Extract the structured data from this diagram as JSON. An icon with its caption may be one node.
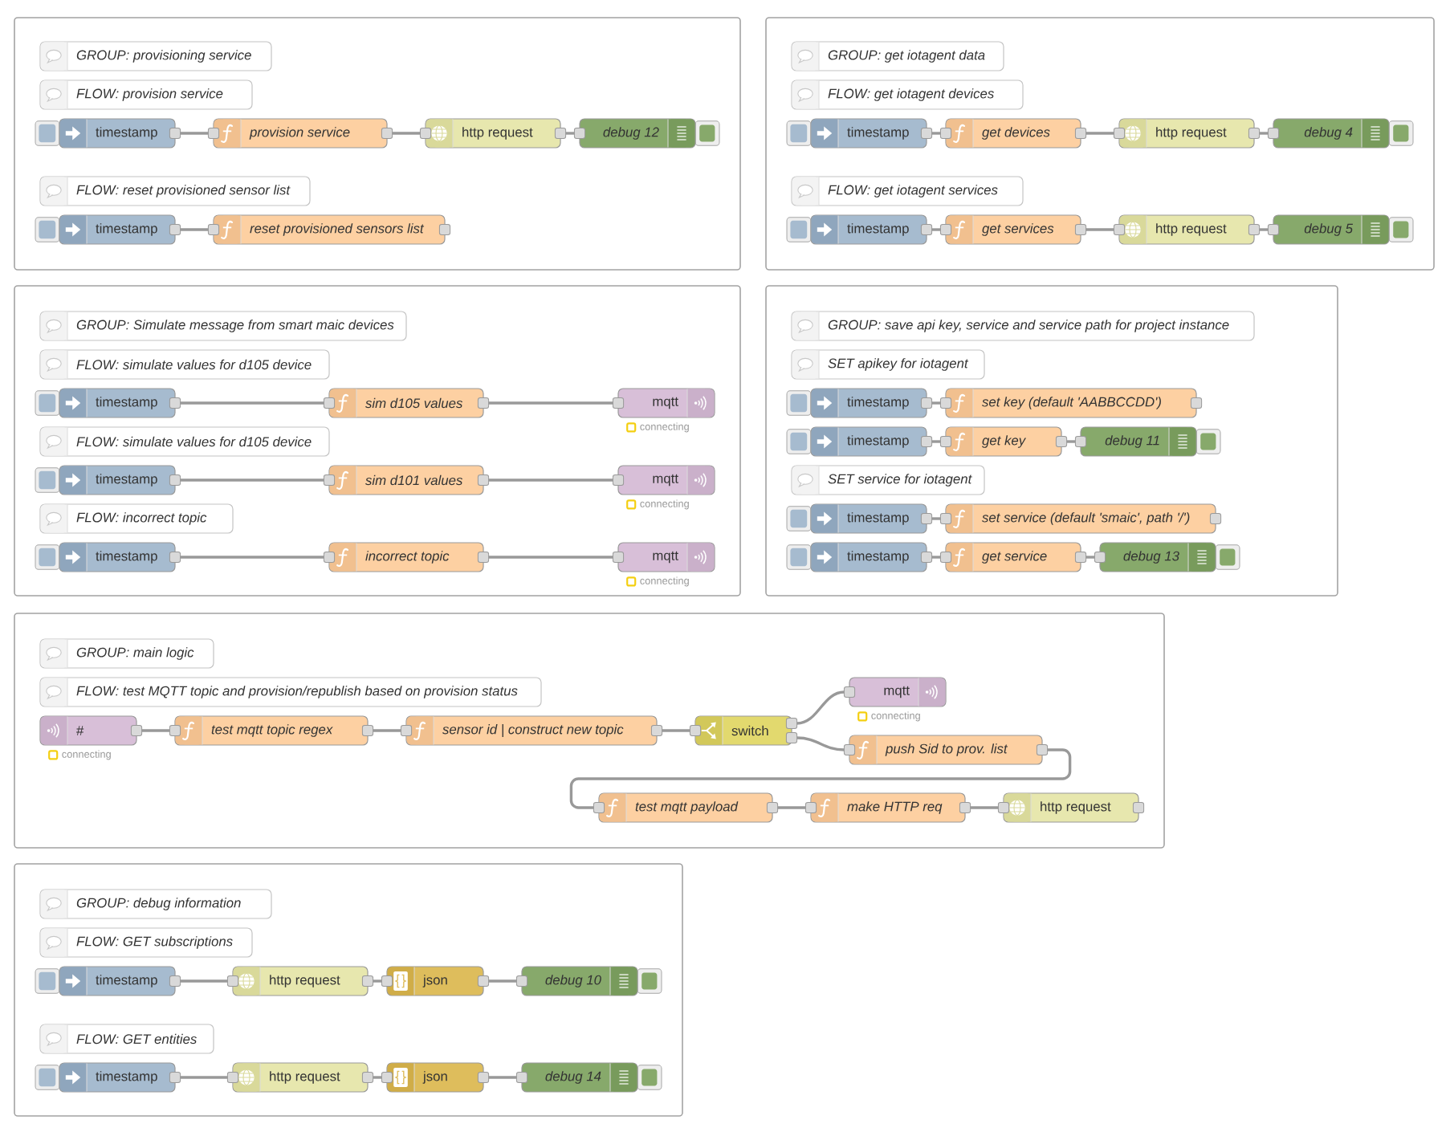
{
  "diagram": {
    "nodes": [
      {
        "text": [],
        "shape": "box"
      },
      {
        "text": [
          "GROUP: provisioning service"
        ],
        "in": 0
      },
      {
        "text": [
          "FLOW: provision service"
        ],
        "in": 0
      },
      {
        "text": [
          "timestamp"
        ],
        "in": 0
      },
      {
        "text": [
          "provision service"
        ],
        "in": 0
      },
      {
        "text": [
          "http request"
        ],
        "in": 0
      },
      {
        "text": [
          "debug 12"
        ],
        "in": 0
      },
      {
        "text": [
          "FLOW: reset provisioned sensor list"
        ],
        "in": 0
      },
      {
        "text": [
          "timestamp"
        ],
        "in": 0
      },
      {
        "text": [
          "reset provisioned sensors list"
        ],
        "in": 0
      },
      {
        "text": [],
        "shape": "box"
      },
      {
        "text": [
          "GROUP: get iotagent data"
        ],
        "in": 10
      },
      {
        "text": [
          "FLOW: get iotagent devices"
        ],
        "in": 10
      },
      {
        "text": [
          "timestamp"
        ],
        "in": 10
      },
      {
        "text": [
          "get devices"
        ],
        "in": 10
      },
      {
        "text": [
          "http request"
        ],
        "in": 10
      },
      {
        "text": [
          "debug 4"
        ],
        "in": 10
      },
      {
        "text": [
          "FLOW: get iotagent services"
        ],
        "in": 10
      },
      {
        "text": [
          "timestamp"
        ],
        "in": 10
      },
      {
        "text": [
          "get services"
        ],
        "in": 10
      },
      {
        "text": [
          "http request"
        ],
        "in": 10
      },
      {
        "text": [
          "debug 5"
        ],
        "in": 10
      },
      {
        "text": [],
        "shape": "box"
      },
      {
        "text": [
          "GROUP: Simulate message from smart maic devices"
        ],
        "in": 22
      },
      {
        "text": [
          "FLOW: simulate values for d105 device"
        ],
        "in": 22
      },
      {
        "text": [
          "timestamp"
        ],
        "in": 22
      },
      {
        "text": [
          "sim d105 values"
        ],
        "in": 22
      },
      {
        "text": [
          "mqtt"
        ],
        "beside": [
          "connecting"
        ],
        "in": 22
      },
      {
        "text": [
          "FLOW: simulate values for d105 device"
        ],
        "in": 22
      },
      {
        "text": [
          "timestamp"
        ],
        "in": 22
      },
      {
        "text": [
          "sim d101 values"
        ],
        "in": 22
      },
      {
        "text": [
          "mqtt"
        ],
        "beside": [
          "connecting"
        ],
        "in": 22
      },
      {
        "text": [
          "FLOW: incorrect topic"
        ],
        "in": 22
      },
      {
        "text": [
          "timestamp"
        ],
        "in": 22
      },
      {
        "text": [
          "incorrect topic"
        ],
        "in": 22
      },
      {
        "text": [
          "mqtt"
        ],
        "beside": [
          "connecting"
        ],
        "in": 22
      },
      {
        "text": [],
        "shape": "box"
      },
      {
        "text": [
          "GROUP: save api key, service and service path for project instance"
        ],
        "in": 36
      },
      {
        "text": [
          "SET apikey for iotagent"
        ],
        "in": 36
      },
      {
        "text": [
          "timestamp"
        ],
        "in": 36
      },
      {
        "text": [
          "set key (default 'AABBCCDD')"
        ],
        "in": 36
      },
      {
        "text": [
          "timestamp"
        ],
        "in": 36
      },
      {
        "text": [
          "get key"
        ],
        "in": 36
      },
      {
        "text": [
          "debug 11"
        ],
        "in": 36
      },
      {
        "text": [
          "SET service for iotagent"
        ],
        "in": 36
      },
      {
        "text": [
          "timestamp"
        ],
        "in": 36
      },
      {
        "text": [
          "set service (default 'smaic', path '/')"
        ],
        "in": 36
      },
      {
        "text": [
          "timestamp"
        ],
        "in": 36
      },
      {
        "text": [
          "get service"
        ],
        "in": 36
      },
      {
        "text": [
          "debug 13"
        ],
        "in": 36
      },
      {
        "text": [],
        "shape": "box"
      },
      {
        "text": [
          "GROUP: main logic"
        ],
        "in": 50
      },
      {
        "text": [
          "FLOW: test MQTT topic and provision/republish based on provision status"
        ],
        "in": 50
      },
      {
        "text": [
          "#"
        ],
        "beside": [
          "connecting"
        ],
        "in": 50
      },
      {
        "text": [
          "test mqtt topic regex"
        ],
        "in": 50
      },
      {
        "text": [
          "sensor id | construct new topic"
        ],
        "in": 50
      },
      {
        "text": [
          "switch"
        ],
        "in": 50
      },
      {
        "text": [
          "mqtt"
        ],
        "beside": [
          "connecting"
        ],
        "in": 50
      },
      {
        "text": [
          "push Sid to prov. list"
        ],
        "in": 50
      },
      {
        "text": [
          "test mqtt payload"
        ],
        "in": 50
      },
      {
        "text": [
          "make HTTP req"
        ],
        "in": 50
      },
      {
        "text": [
          "http request"
        ],
        "in": 50
      },
      {
        "text": [],
        "shape": "box"
      },
      {
        "text": [
          "GROUP: debug information"
        ],
        "in": 62
      },
      {
        "text": [
          "FLOW: GET subscriptions"
        ],
        "in": 62
      },
      {
        "text": [
          "timestamp"
        ],
        "in": 62
      },
      {
        "text": [
          "http request"
        ],
        "in": 62
      },
      {
        "text": [
          "json"
        ],
        "in": 62
      },
      {
        "text": [
          "debug 10"
        ],
        "in": 62
      },
      {
        "text": [
          "FLOW: GET entities"
        ],
        "in": 62
      },
      {
        "text": [
          "timestamp"
        ],
        "in": 62
      },
      {
        "text": [
          "http request"
        ],
        "in": 62
      },
      {
        "text": [
          "json"
        ],
        "in": 62
      },
      {
        "text": [
          "debug 14"
        ],
        "in": 62
      }
    ],
    "edges": [
      {
        "from": 3,
        "to": 4,
        "arrow": "none"
      },
      {
        "from": 4,
        "to": 5,
        "arrow": "none"
      },
      {
        "from": 5,
        "to": 6,
        "arrow": "none"
      },
      {
        "from": 8,
        "to": 9,
        "arrow": "none"
      },
      {
        "from": 13,
        "to": 14,
        "arrow": "none"
      },
      {
        "from": 14,
        "to": 15,
        "arrow": "none"
      },
      {
        "from": 15,
        "to": 16,
        "arrow": "none"
      },
      {
        "from": 18,
        "to": 19,
        "arrow": "none"
      },
      {
        "from": 19,
        "to": 20,
        "arrow": "none"
      },
      {
        "from": 20,
        "to": 21,
        "arrow": "none"
      },
      {
        "from": 25,
        "to": 26,
        "arrow": "none"
      },
      {
        "from": 26,
        "to": 27,
        "arrow": "none"
      },
      {
        "from": 29,
        "to": 30,
        "arrow": "none"
      },
      {
        "from": 30,
        "to": 31,
        "arrow": "none"
      },
      {
        "from": 33,
        "to": 34,
        "arrow": "none"
      },
      {
        "from": 34,
        "to": 35,
        "arrow": "none"
      },
      {
        "from": 39,
        "to": 40,
        "arrow": "none"
      },
      {
        "from": 41,
        "to": 42,
        "arrow": "none"
      },
      {
        "from": 42,
        "to": 43,
        "arrow": "none"
      },
      {
        "from": 45,
        "to": 46,
        "arrow": "none"
      },
      {
        "from": 47,
        "to": 48,
        "arrow": "none"
      },
      {
        "from": 48,
        "to": 49,
        "arrow": "none"
      },
      {
        "from": 53,
        "to": 54,
        "arrow": "none"
      },
      {
        "from": 54,
        "to": 55,
        "arrow": "none"
      },
      {
        "from": 55,
        "to": 56,
        "arrow": "none"
      },
      {
        "from": 56,
        "to": 57,
        "arrow": "none"
      },
      {
        "from": 56,
        "to": 58,
        "arrow": "none"
      },
      {
        "from": 58,
        "to": 59,
        "arrow": "none"
      },
      {
        "from": 59,
        "to": 60,
        "arrow": "none"
      },
      {
        "from": 60,
        "to": 61,
        "arrow": "none"
      },
      {
        "from": 65,
        "to": 66,
        "arrow": "none"
      },
      {
        "from": 66,
        "to": 67,
        "arrow": "none"
      },
      {
        "from": 67,
        "to": 68,
        "arrow": "none"
      },
      {
        "from": 70,
        "to": 71,
        "arrow": "none"
      },
      {
        "from": 71,
        "to": 72,
        "arrow": "none"
      },
      {
        "from": 72,
        "to": 73,
        "arrow": "none"
      }
    ]
  }
}
